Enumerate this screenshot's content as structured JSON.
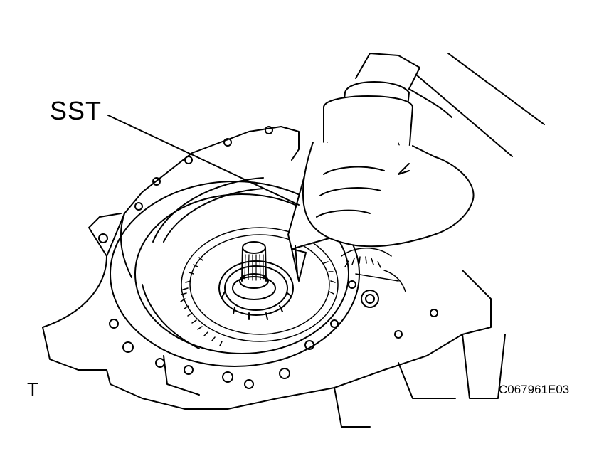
{
  "figure": {
    "callout_label": "SST",
    "corner_mark": "T",
    "figure_id": "C067961E03"
  }
}
